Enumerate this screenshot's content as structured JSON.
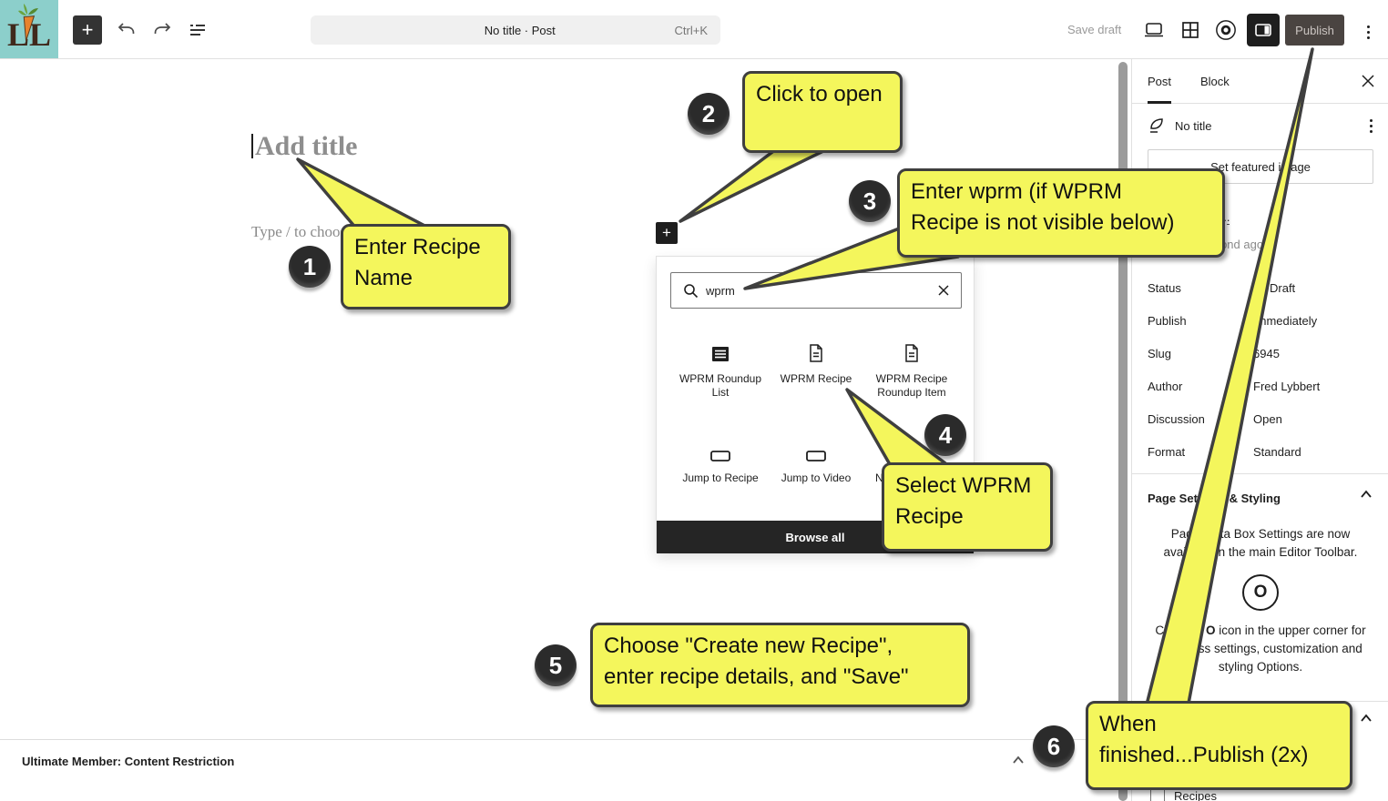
{
  "toolbar": {
    "logo_letters": "LL",
    "add_block": "+",
    "command_bar": {
      "text": "No title · Post",
      "shortcut": "Ctrl+K"
    },
    "save_draft": "Save draft",
    "publish": "Publish"
  },
  "editor": {
    "title_placeholder": "Add title",
    "body_placeholder": "Type / to choose a",
    "inserter_plus": "+"
  },
  "inserter": {
    "search_value": "wprm",
    "items": [
      {
        "label": "WPRM Roundup List"
      },
      {
        "label": "WPRM Recipe"
      },
      {
        "label": "WPRM Recipe Roundup Item"
      },
      {
        "label": "Jump to Recipe"
      },
      {
        "label": "Jump to Video"
      },
      {
        "label": "N"
      }
    ],
    "browse_all": "Browse all"
  },
  "sidebar": {
    "tabs": {
      "post": "Post",
      "block": "Block"
    },
    "post_title": "No title",
    "featured_image": "Set featured image",
    "excerpt_dots": "....",
    "saved_ago": "a second ago.",
    "rows": [
      {
        "label": "Status",
        "value": "Draft"
      },
      {
        "label": "Publish",
        "value": "Immediately"
      },
      {
        "label": "Slug",
        "value": "6945"
      },
      {
        "label": "Author",
        "value": "Fred Lybbert"
      },
      {
        "label": "Discussion",
        "value": "Open"
      },
      {
        "label": "Format",
        "value": "Standard"
      }
    ],
    "page_settings": {
      "title": "Page Settings & Styling",
      "notice": "Page Meta Box Settings are now available in the main Editor Toolbar.",
      "o_glyph": "O",
      "hint_before": "Click the ",
      "hint_bold": "O",
      "hint_after": " icon in the upper corner for countless settings, customization and styling Options."
    },
    "bottom_checkbox_label": "Recipes"
  },
  "metabox": {
    "title": "Ultimate Member: Content Restriction"
  },
  "callouts": {
    "c1": {
      "num": "1",
      "line1": "Enter Recipe",
      "line2": "Name"
    },
    "c2": {
      "num": "2",
      "line1": "Click to open"
    },
    "c3": {
      "num": "3",
      "line1": "Enter wprm (if WPRM",
      "line2": "Recipe is not visible below)"
    },
    "c4": {
      "num": "4",
      "line1": "Select WPRM",
      "line2": "Recipe"
    },
    "c5": {
      "num": "5",
      "line1": "Choose \"Create new Recipe\",",
      "line2": "enter recipe details, and \"Save\""
    },
    "c6": {
      "num": "6",
      "line1": "When",
      "line2": "finished...Publish (2x)"
    }
  },
  "colors": {
    "callout_yellow": "#f4f65c",
    "callout_border": "#3f3f3f",
    "logo_teal": "#8ccfcb",
    "publish_bg": "#4a4441",
    "toolbar_dark": "#1e1e1e"
  }
}
